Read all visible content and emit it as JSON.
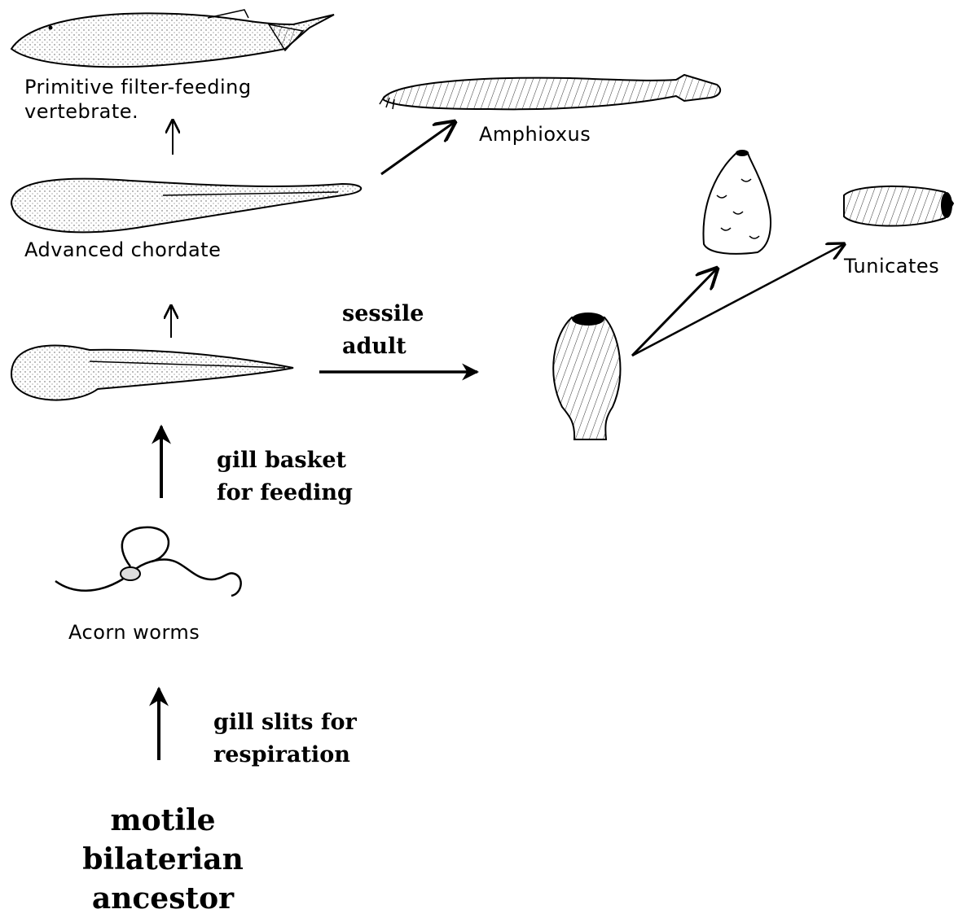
{
  "labels": {
    "primitive_vertebrate": [
      "Primitive  filter-feeding",
      "vertebrate."
    ],
    "amphioxus": "Amphioxus",
    "advanced_chordate": "Advanced  chordate",
    "tunicates": "Tunicates",
    "acorn_worms": "Acorn  worms",
    "sessile_adult": [
      "sessile",
      "adult"
    ],
    "gill_basket": [
      "gill basket",
      "for feeding"
    ],
    "gill_slits": [
      "gill slits for",
      "respiration"
    ],
    "ancestor": [
      "motile",
      "bilaterian",
      "ancestor"
    ]
  }
}
